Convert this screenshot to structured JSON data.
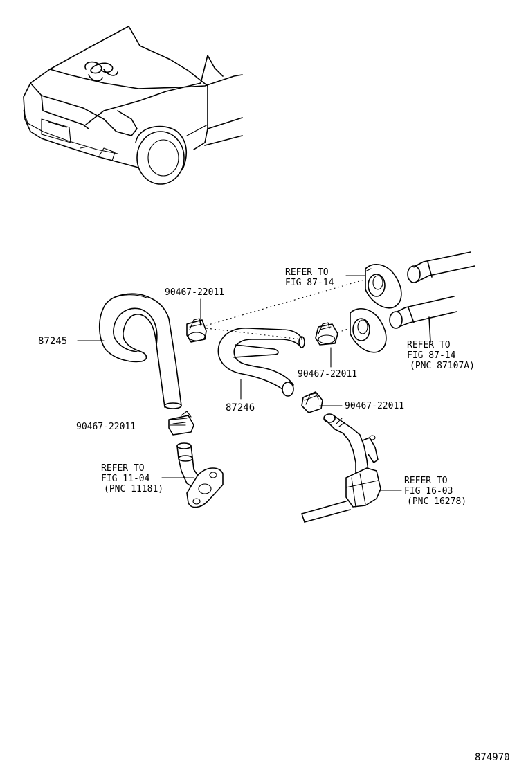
{
  "callouts": {
    "hose_87245": "87245",
    "hose_87246": "87246",
    "clamp_a": "90467-22011",
    "clamp_b": "90467-22011",
    "clamp_c": "90467-22011",
    "clamp_d": "90467-22011"
  },
  "refs": {
    "heater_grommet": [
      "REFER TO",
      "FIG 87-14"
    ],
    "heater_pipe": [
      "REFER TO",
      "FIG 87-14",
      "(PNC 87107A)"
    ],
    "engine_outlet": [
      "REFER TO",
      "FIG 11-04",
      "(PNC 11181)"
    ],
    "water_pipe": [
      "REFER TO",
      "FIG 16-03",
      "(PNC 16278)"
    ]
  },
  "figure_id": "874970"
}
